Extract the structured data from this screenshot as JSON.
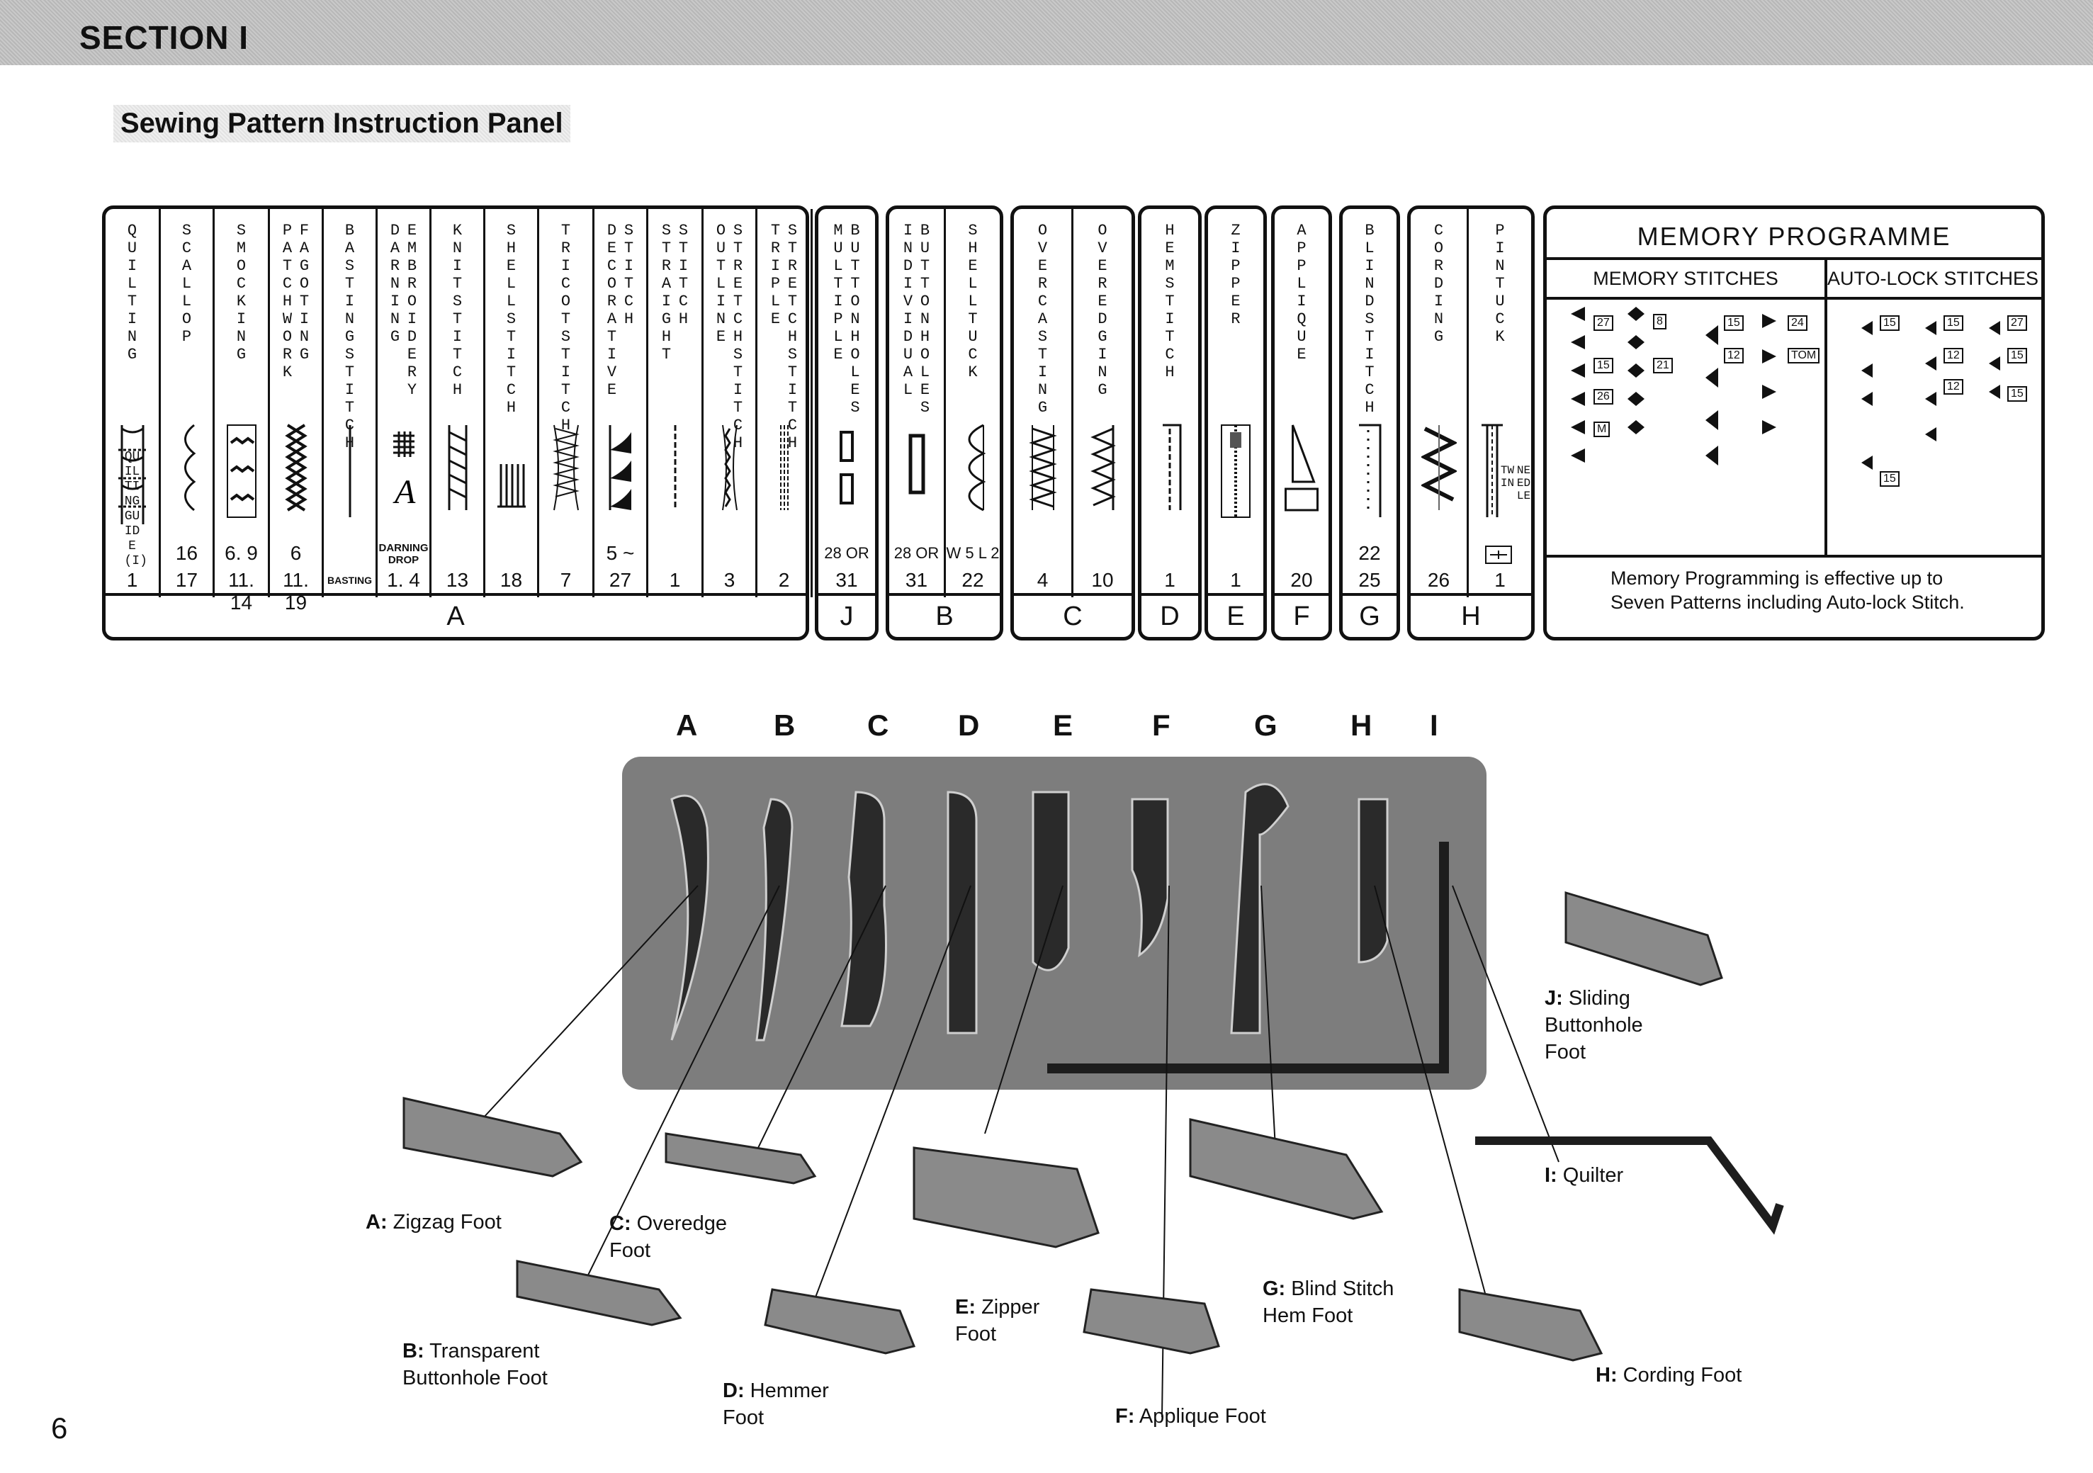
{
  "section_title": "SECTION I",
  "panel_title": "Sewing Pattern Instruction Panel",
  "groups": [
    {
      "footer": "A",
      "columns": [
        {
          "label": [
            "QUILTING"
          ],
          "sub": [
            "QUILTING GUIDE (I)"
          ],
          "n1": "",
          "n2": "1"
        },
        {
          "label": [
            "SCALLOP"
          ],
          "n1": "16",
          "n2": "17"
        },
        {
          "label": [
            "SMOCKING"
          ],
          "n1": "6. 9",
          "n2": "11. 14"
        },
        {
          "label": [
            "PATCH WORK",
            "FAGOTING"
          ],
          "n1": "6",
          "n2": "11. 19"
        },
        {
          "label": [
            "BASTING STITCH"
          ],
          "n1": "",
          "n2": "BASTING"
        },
        {
          "label": [
            "DARNING",
            "EMBROIDERY"
          ],
          "n1": "DARNING DROP",
          "n2": "1. 4"
        },
        {
          "label": [
            "KNIT STITCH"
          ],
          "n1": "",
          "n2": "13"
        },
        {
          "label": [
            "SHELL STITCH"
          ],
          "n1": "",
          "n2": "18"
        },
        {
          "label": [
            "TRICOT STITCH"
          ],
          "n1": "",
          "n2": "7"
        },
        {
          "label": [
            "DECORATIVE",
            "STITCH"
          ],
          "n1": "5 ~",
          "n2": "27"
        },
        {
          "label": [
            "STRAIGHT",
            "STITCH"
          ],
          "n1": "",
          "n2": "1"
        },
        {
          "label": [
            "OUTLINE",
            "STRETCH STITCH"
          ],
          "n1": "",
          "n2": "3"
        },
        {
          "label": [
            "TRIPLE",
            "STRETCH STITCH"
          ],
          "n1": "",
          "n2": "2"
        }
      ]
    },
    {
      "footer": "J",
      "columns": [
        {
          "label": [
            "MULTIPLE",
            "BUTTONHOLES"
          ],
          "n1": "28 OR",
          "n2": "31"
        }
      ]
    },
    {
      "footer": "B",
      "columns": [
        {
          "label": [
            "INDIVIDUAL",
            "BUTTONHOLES"
          ],
          "n1": "28 OR",
          "n2": "31"
        },
        {
          "label": [
            "SHELL TUCK"
          ],
          "n1": "W 5 L 2",
          "n2": "22"
        }
      ]
    },
    {
      "footer": "C",
      "columns": [
        {
          "label": [
            "OVERCASTING"
          ],
          "n1": "",
          "n2": "4"
        },
        {
          "label": [
            "OVEREDGING"
          ],
          "n1": "",
          "n2": "10"
        }
      ]
    },
    {
      "footer": "D",
      "columns": [
        {
          "label": [
            "HEM STITCH"
          ],
          "n1": "",
          "n2": "1"
        }
      ]
    },
    {
      "footer": "E",
      "columns": [
        {
          "label": [
            "ZIPPER"
          ],
          "n1": "",
          "n2": "1"
        }
      ]
    },
    {
      "footer": "F",
      "columns": [
        {
          "label": [
            "APPLIQUE"
          ],
          "n1": "",
          "n2": "20"
        }
      ]
    },
    {
      "footer": "G",
      "columns": [
        {
          "label": [
            "BLIND STITCH"
          ],
          "n1": "22",
          "n2": "25"
        }
      ]
    },
    {
      "footer": "H",
      "columns": [
        {
          "label": [
            "CORDING"
          ],
          "n1": "",
          "n2": "26"
        },
        {
          "label": [
            "PINTUCK"
          ],
          "sub": [
            "TWIN",
            "NEEDLE"
          ],
          "n1": "",
          "n2": "1"
        }
      ]
    }
  ],
  "memory": {
    "title": "MEMORY PROGRAMME",
    "col1": "MEMORY STITCHES",
    "col2": "AUTO-LOCK STITCHES",
    "note": "Memory Programming is effective up to Seven Patterns including Auto-lock Stitch.",
    "badges": [
      "27",
      "15",
      "26",
      "8",
      "21",
      "15",
      "12",
      "24",
      "15",
      "15",
      "27",
      "12",
      "15",
      "12",
      "15",
      "15"
    ],
    "tags": [
      "M",
      "TOM"
    ]
  },
  "letters": [
    "A",
    "B",
    "C",
    "D",
    "E",
    "F",
    "G",
    "H",
    "I"
  ],
  "feet": [
    {
      "key": "A:",
      "name": "Zigzag Foot"
    },
    {
      "key": "B:",
      "name": "Transparent Buttonhole Foot"
    },
    {
      "key": "C:",
      "name": "Overedge Foot"
    },
    {
      "key": "D:",
      "name": "Hemmer Foot"
    },
    {
      "key": "E:",
      "name": "Zipper Foot"
    },
    {
      "key": "F:",
      "name": "Applique Foot"
    },
    {
      "key": "G:",
      "name": "Blind Stitch Hem Foot"
    },
    {
      "key": "H:",
      "name": "Cording Foot"
    },
    {
      "key": "I:",
      "name": "Quilter"
    },
    {
      "key": "J:",
      "name": "Sliding Buttonhole Foot"
    }
  ],
  "page_number": "6"
}
